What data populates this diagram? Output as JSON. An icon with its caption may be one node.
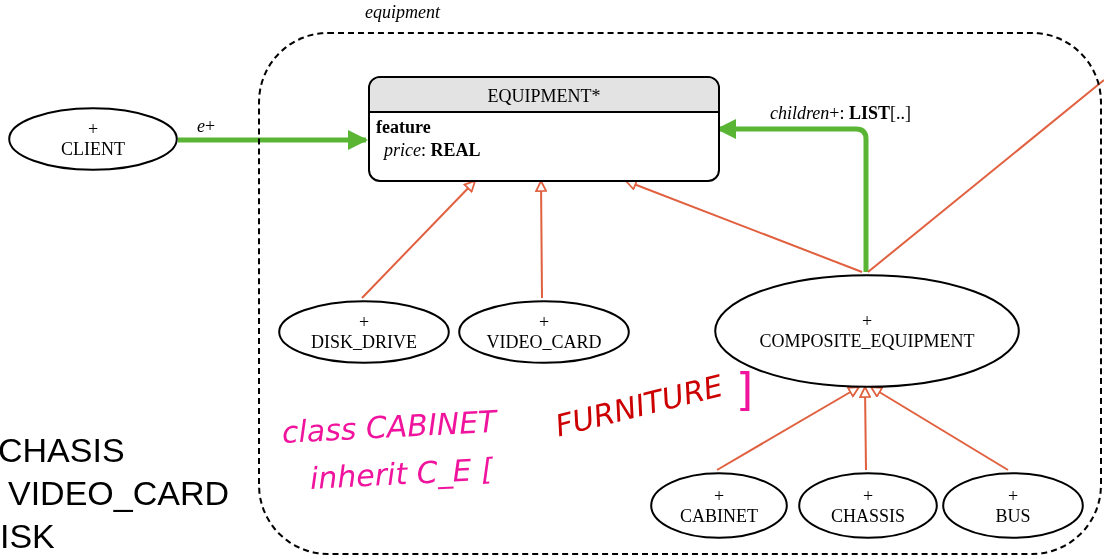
{
  "diagram": {
    "nodes": [
      {
        "text": [
          "equipment"
        ]
      },
      {
        "text": [
          "+",
          "CLIENT"
        ]
      },
      {
        "text": [
          "EQUIPMENT*",
          "feature",
          "*price*: **REAL**"
        ],
        "in": 0
      },
      {
        "text": [
          "+",
          "DISK_DRIVE"
        ],
        "in": 0
      },
      {
        "text": [
          "+",
          "VIDEO_CARD"
        ],
        "in": 0
      },
      {
        "text": [
          "+",
          "COMPOSITE_EQUIPMENT"
        ],
        "in": 0
      },
      {
        "text": [
          "+",
          "CABINET"
        ],
        "in": 0
      },
      {
        "text": [
          "+",
          "CHASSIS"
        ],
        "in": 0
      },
      {
        "text": [
          "+",
          "BUS"
        ],
        "in": 0
      }
    ],
    "edges": [
      {
        "from": 1,
        "to": 2,
        "arrow": "to",
        "label": "*e*+",
        "style": "thick",
        "color": "#5ab534"
      },
      {
        "from": 5,
        "to": 2,
        "arrow": "to",
        "label": "*children*+: **LIST**[..]",
        "style": "thick",
        "color": "#5ab534"
      },
      {
        "from": 3,
        "to": 2,
        "arrow": "to"
      },
      {
        "from": 4,
        "to": 2,
        "arrow": "to"
      },
      {
        "from": 5,
        "to": 2,
        "arrow": "to"
      },
      {
        "from": 6,
        "to": 5,
        "arrow": "to"
      },
      {
        "from": 7,
        "to": 5,
        "arrow": "to"
      },
      {
        "from": 8,
        "to": 5,
        "arrow": "to"
      },
      {
        "from": 5,
        "to": null,
        "arrow": "none"
      }
    ],
    "labels": [
      "class CABINET",
      "inherit C_E [",
      "FURNITURE",
      "]",
      "CHASIS",
      "VIDEO_CARD",
      "ISK"
    ]
  }
}
